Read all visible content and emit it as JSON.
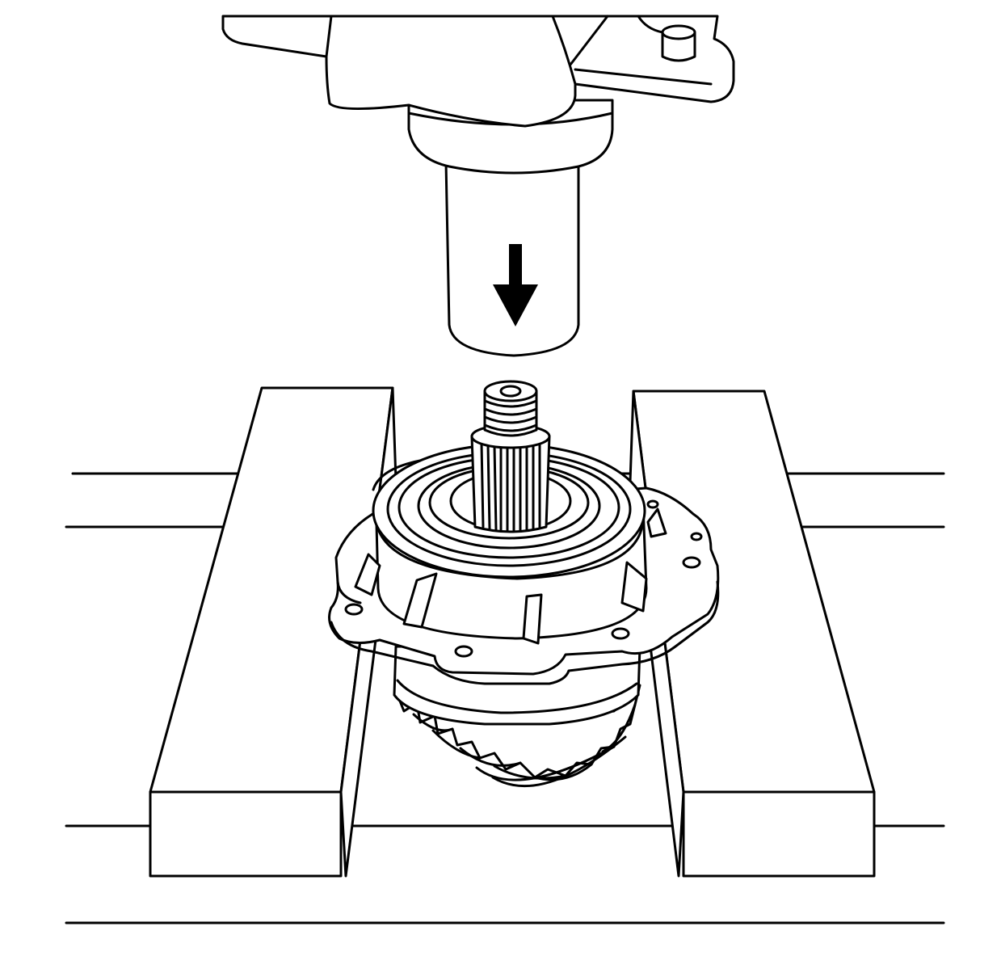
{
  "diagram": {
    "caption": "",
    "palette": {
      "line": "#000000",
      "background": "#ffffff"
    },
    "parts": [
      {
        "id": "press-ram",
        "icon": "press-ram-icon"
      },
      {
        "id": "press-direction",
        "icon": "arrow-down-icon"
      },
      {
        "id": "pinion-shaft",
        "icon": "threaded-shaft-icon"
      },
      {
        "id": "bearing-housing",
        "icon": "flanged-housing-icon"
      },
      {
        "id": "pinion-gear",
        "icon": "bevel-gear-icon"
      },
      {
        "id": "support-blocks",
        "icon": "wood-block-icon"
      },
      {
        "id": "press-bed",
        "icon": "table-icon"
      }
    ]
  }
}
